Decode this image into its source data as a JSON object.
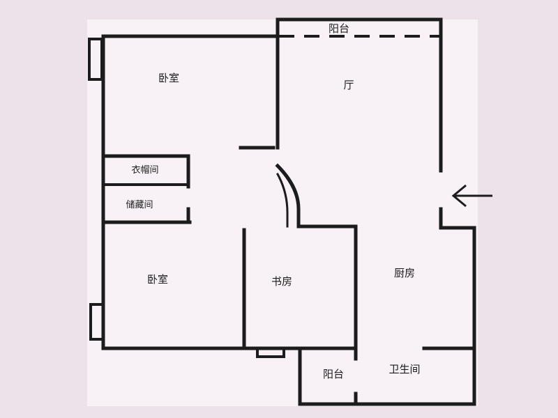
{
  "floor_plan": {
    "colors": {
      "background": "#ede2ea",
      "wall": "#1c1c1c",
      "paper": "#f8f1f5"
    },
    "rooms": {
      "bedroom_top": "卧室",
      "living_room": "厅",
      "closet": "衣帽间",
      "storage": "储藏间",
      "bedroom_bottom": "卧室",
      "study": "书房",
      "kitchen": "厨房",
      "balcony_bottom": "阳台",
      "bathroom": "卫生间"
    },
    "balcony_top": "阳台",
    "entrance_icon": "arrow-left-icon"
  }
}
